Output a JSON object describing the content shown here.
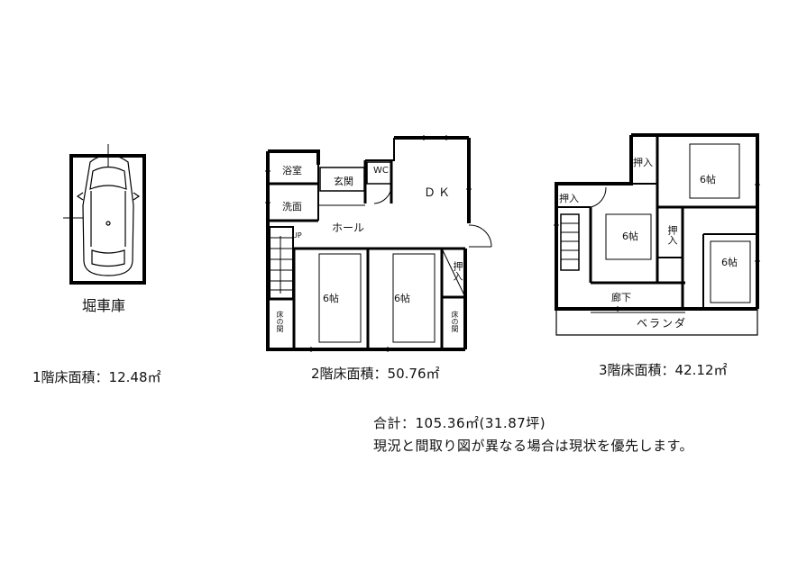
{
  "floor1": {
    "garage_label": "堀車庫",
    "area_label": "1階床面積：12.48㎡"
  },
  "floor2": {
    "rooms": {
      "bath": "浴室",
      "entrance": "玄関",
      "wc": "WC",
      "dk": "ＤＫ",
      "wash": "洗面",
      "hall": "ホール",
      "up": "UP",
      "tatami_a": "6帖",
      "tatami_b": "6帖",
      "closet": "押入",
      "alcove_a": "床の間",
      "alcove_b": "床の間"
    },
    "area_label": "2階床面積：50.76㎡"
  },
  "floor3": {
    "rooms": {
      "closet_top": "押入",
      "closet_left": "押入",
      "closet_mid": "押入",
      "tatami_top": "6帖",
      "tatami_mid": "6帖",
      "tatami_right": "6帖",
      "corridor": "廊下",
      "veranda": "ベランダ"
    },
    "area_label": "3階床面積：42.12㎡"
  },
  "totals": {
    "total_label": "合計：105.36㎡(31.87坪)",
    "disclaimer": "現況と間取り図が異なる場合は現状を優先します。"
  }
}
